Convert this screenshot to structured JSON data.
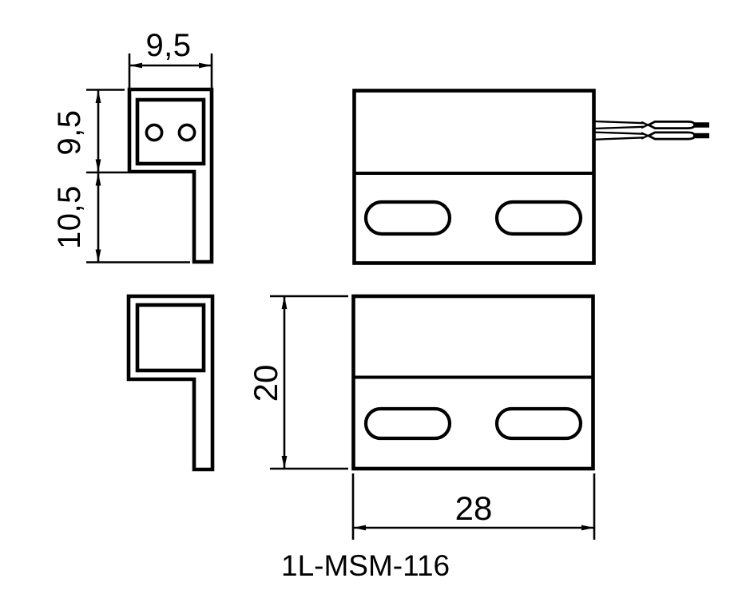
{
  "page": {
    "background": "#ffffff",
    "line_color": "#000000"
  },
  "drawing": {
    "part_label": "1L-MSM-116",
    "dimensions": {
      "top_width": "9,5",
      "upper_height": "9,5",
      "lower_height": "10,5",
      "front_height": "20",
      "front_width": "28"
    }
  }
}
